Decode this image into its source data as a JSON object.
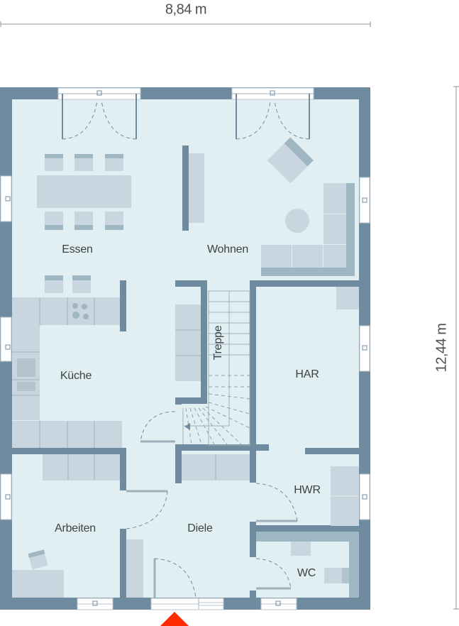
{
  "dimensions": {
    "width_label": "8,84 m",
    "height_label": "12,44 m"
  },
  "rooms": [
    {
      "id": "essen",
      "label": "Essen"
    },
    {
      "id": "wohnen",
      "label": "Wohnen"
    },
    {
      "id": "kueche",
      "label": "Küche"
    },
    {
      "id": "treppe",
      "label": "Treppe"
    },
    {
      "id": "har",
      "label": "HAR"
    },
    {
      "id": "hwr",
      "label": "HWR"
    },
    {
      "id": "arbeiten",
      "label": "Arbeiten"
    },
    {
      "id": "diele",
      "label": "Diele"
    },
    {
      "id": "wc",
      "label": "WC"
    }
  ],
  "entrance": {
    "icon": "entrance-arrow-icon"
  },
  "colors": {
    "wall": "#6f8ba0",
    "floor": "#e2eff2",
    "furniture": "#c9d6df",
    "furniture_dark": "#9fb7c2",
    "entrance_marker": "#ff2a00",
    "text": "#3a4246"
  }
}
